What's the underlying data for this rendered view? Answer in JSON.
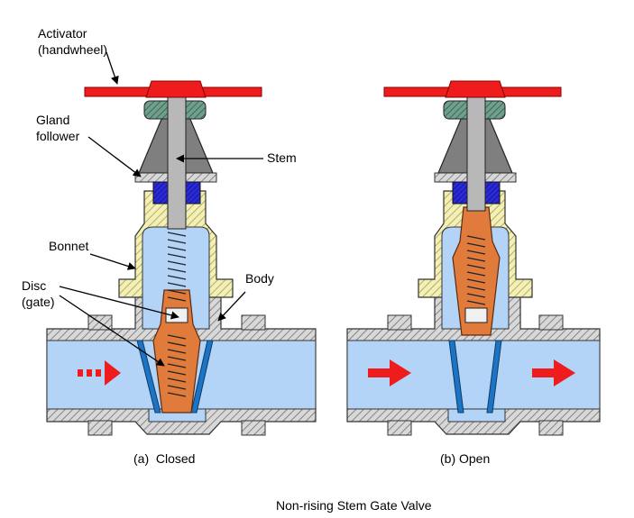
{
  "labels": {
    "activator_line1": "Activator",
    "activator_line2": "(handwheel)",
    "gland_line1": "Gland",
    "gland_line2": "follower",
    "stem": "Stem",
    "bonnet": "Bonnet",
    "body": "Body",
    "disc_line1": "Disc",
    "disc_line2": "(gate)"
  },
  "captions": {
    "closed": "(a)  Closed",
    "open": "(b) Open",
    "title": "Non-rising Stem Gate Valve"
  },
  "colors": {
    "handwheel": "#ee1c1c",
    "gland": "#7f7f7f",
    "packing": "#1a1acc",
    "stem": "#b8b8b8",
    "fluid": "#b3d4f7",
    "disc": "#e07b3c",
    "bonnet": "#f0eba8",
    "body_hatch": "#a0a0a0",
    "seat": "#1d74c4",
    "flow_arrow": "#ee1c1c"
  }
}
